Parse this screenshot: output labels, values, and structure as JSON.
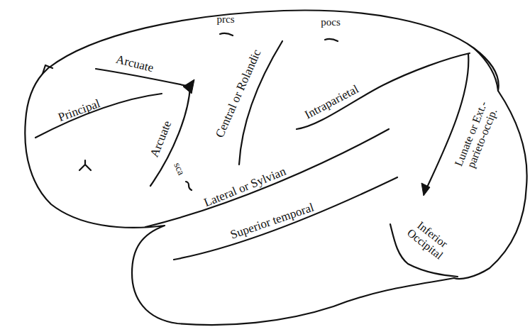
{
  "diagram": {
    "labels": [
      "prcs",
      "pocs",
      "Arcuate",
      "Principal",
      "Arcuate",
      "sca",
      "Central or Rolandic",
      "Intraparietal",
      "Lateral or Sylvian",
      "Superior temporal",
      "Lunate or Ext.-parieto-occip.",
      "Inferior Occipital"
    ]
  }
}
